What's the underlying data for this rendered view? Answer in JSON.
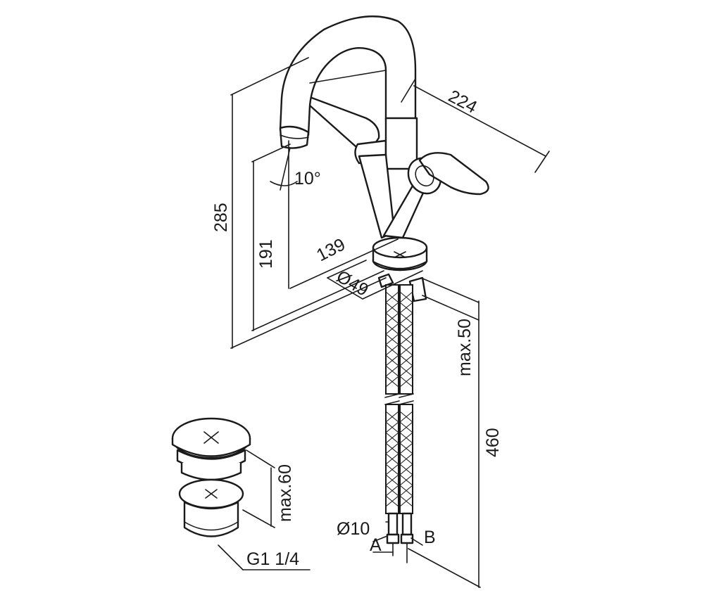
{
  "labels": {
    "spout_length": "224",
    "total_height": "285",
    "spout_height": "191",
    "projection": "139",
    "swivel_angle": "10°",
    "base_diameter": "Ø49",
    "deck_thickness": "max.50",
    "hose_length": "460",
    "hose_diameter": "Ø10",
    "inlet_a": "A",
    "inlet_b": "B",
    "waste_thickness": "max.60",
    "waste_thread": "G1 1/4"
  }
}
